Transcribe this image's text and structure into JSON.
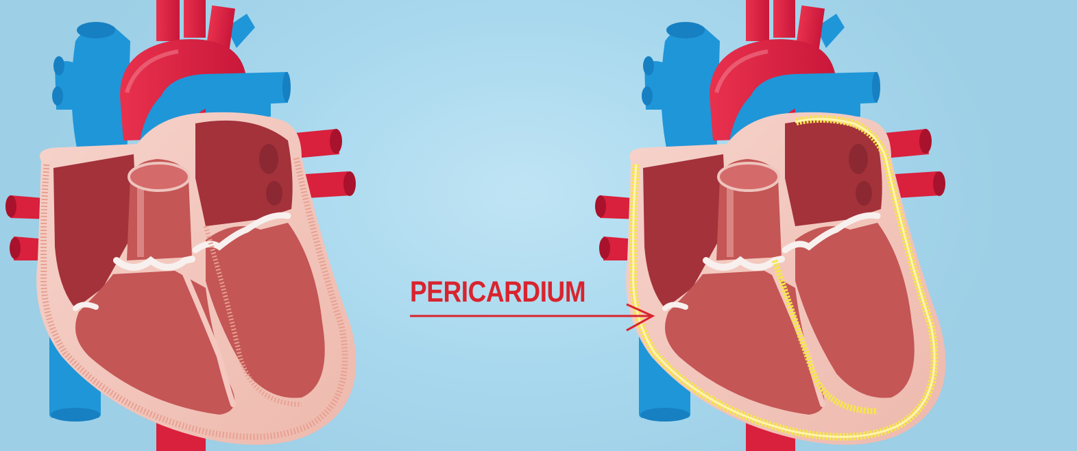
{
  "label": {
    "text": "PERICARDIUM"
  },
  "colors": {
    "background": "#a8d8ee",
    "vein_blue": "#1f96d8",
    "artery_red": "#d9203c",
    "muscle_dark": "#a3323b",
    "muscle_mid": "#c45656",
    "wall_pink": "#f4c8bf",
    "pericardium_highlight": "#f6e64a",
    "label_red": "#d8242e"
  },
  "figures": [
    {
      "name": "heart-cross-section",
      "highlighted_layer": "none"
    },
    {
      "name": "heart-cross-section",
      "highlighted_layer": "pericardium"
    }
  ]
}
